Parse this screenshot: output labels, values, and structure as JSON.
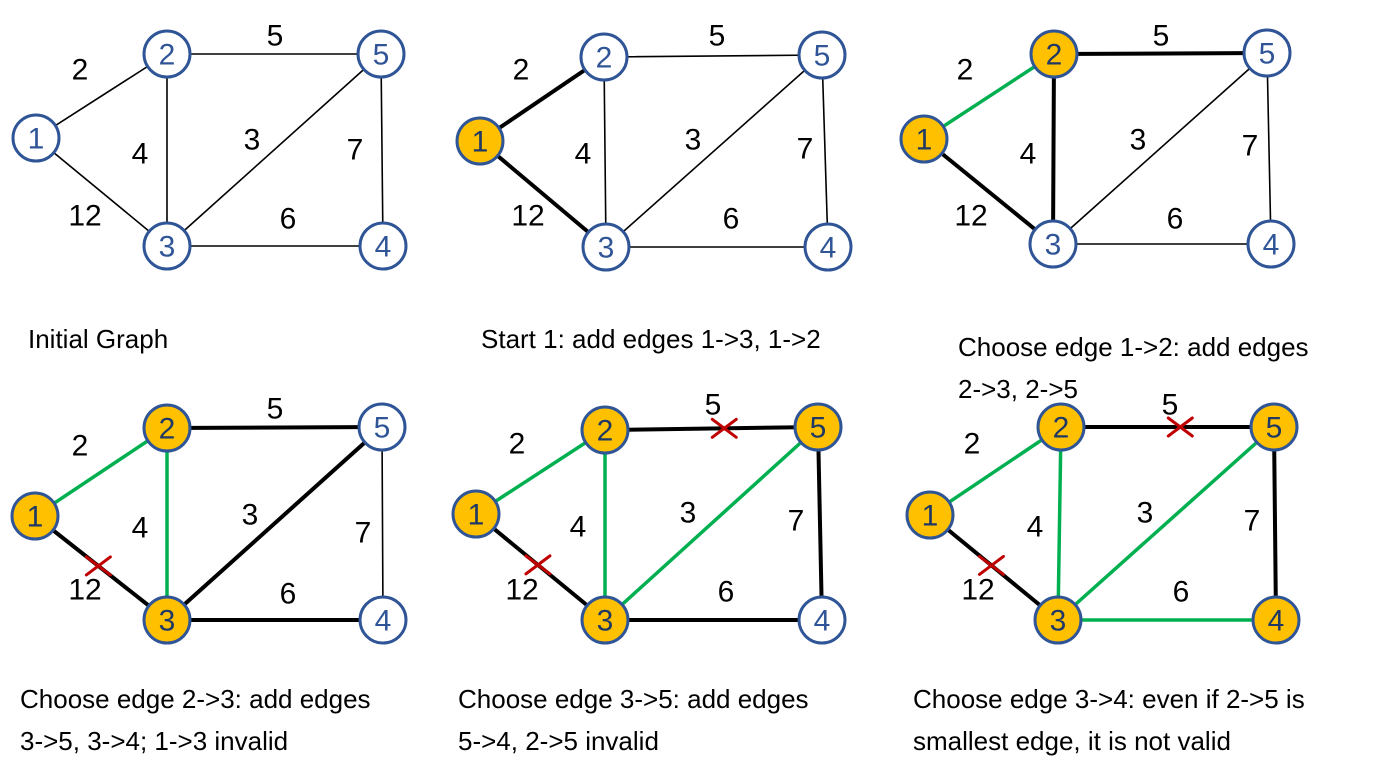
{
  "colors": {
    "node_stroke": "#2f5597",
    "unvisited_fill": "#ffffff",
    "unvisited_text": "#2f5597",
    "visited_fill": "#ffc000",
    "visited_text": "#1f3864",
    "edge_plain": "#000000",
    "edge_candidate": "#000000",
    "edge_tree": "#00b050",
    "invalid_mark": "#c00000"
  },
  "panels": [
    {
      "caption_lines": [
        "Initial Graph"
      ],
      "visited": [],
      "nodes": {
        "1": "1",
        "2": "2",
        "3": "3",
        "4": "4",
        "5": "5"
      },
      "edges": [
        {
          "a": "1",
          "b": "2",
          "w": "2",
          "state": "plain"
        },
        {
          "a": "1",
          "b": "3",
          "w": "12",
          "state": "plain"
        },
        {
          "a": "2",
          "b": "3",
          "w": "4",
          "state": "plain"
        },
        {
          "a": "2",
          "b": "5",
          "w": "5",
          "state": "plain"
        },
        {
          "a": "3",
          "b": "5",
          "w": "3",
          "state": "plain"
        },
        {
          "a": "3",
          "b": "4",
          "w": "6",
          "state": "plain"
        },
        {
          "a": "5",
          "b": "4",
          "w": "7",
          "state": "plain"
        }
      ]
    },
    {
      "caption_lines": [
        "Start 1: add edges 1->3, 1->2"
      ],
      "visited": [
        "1"
      ],
      "nodes": {
        "1": "1",
        "2": "2",
        "3": "3",
        "4": "4",
        "5": "5"
      },
      "edges": [
        {
          "a": "1",
          "b": "2",
          "w": "2",
          "state": "candidate"
        },
        {
          "a": "1",
          "b": "3",
          "w": "12",
          "state": "candidate"
        },
        {
          "a": "2",
          "b": "3",
          "w": "4",
          "state": "plain"
        },
        {
          "a": "2",
          "b": "5",
          "w": "5",
          "state": "plain"
        },
        {
          "a": "3",
          "b": "5",
          "w": "3",
          "state": "plain"
        },
        {
          "a": "3",
          "b": "4",
          "w": "6",
          "state": "plain"
        },
        {
          "a": "5",
          "b": "4",
          "w": "7",
          "state": "plain"
        }
      ]
    },
    {
      "caption_lines": [
        "Choose edge 1->2: add edges",
        "2->3, 2->5"
      ],
      "visited": [
        "1",
        "2"
      ],
      "nodes": {
        "1": "1",
        "2": "2",
        "3": "3",
        "4": "4",
        "5": "5"
      },
      "edges": [
        {
          "a": "1",
          "b": "2",
          "w": "2",
          "state": "tree"
        },
        {
          "a": "1",
          "b": "3",
          "w": "12",
          "state": "candidate"
        },
        {
          "a": "2",
          "b": "3",
          "w": "4",
          "state": "candidate"
        },
        {
          "a": "2",
          "b": "5",
          "w": "5",
          "state": "candidate"
        },
        {
          "a": "3",
          "b": "5",
          "w": "3",
          "state": "plain"
        },
        {
          "a": "3",
          "b": "4",
          "w": "6",
          "state": "plain"
        },
        {
          "a": "5",
          "b": "4",
          "w": "7",
          "state": "plain"
        }
      ]
    },
    {
      "caption_lines": [
        "Choose edge 2->3: add edges",
        "3->5, 3->4; 1->3 invalid"
      ],
      "visited": [
        "1",
        "2",
        "3"
      ],
      "nodes": {
        "1": "1",
        "2": "2",
        "3": "3",
        "4": "4",
        "5": "5"
      },
      "edges": [
        {
          "a": "1",
          "b": "2",
          "w": "2",
          "state": "tree"
        },
        {
          "a": "1",
          "b": "3",
          "w": "12",
          "state": "candidate",
          "invalid": true
        },
        {
          "a": "2",
          "b": "3",
          "w": "4",
          "state": "tree"
        },
        {
          "a": "2",
          "b": "5",
          "w": "5",
          "state": "candidate"
        },
        {
          "a": "3",
          "b": "5",
          "w": "3",
          "state": "candidate"
        },
        {
          "a": "3",
          "b": "4",
          "w": "6",
          "state": "candidate"
        },
        {
          "a": "5",
          "b": "4",
          "w": "7",
          "state": "plain"
        }
      ]
    },
    {
      "caption_lines": [
        "Choose edge 3->5: add edges",
        "5->4, 2->5 invalid"
      ],
      "visited": [
        "1",
        "2",
        "3",
        "5"
      ],
      "nodes": {
        "1": "1",
        "2": "2",
        "3": "3",
        "4": "4",
        "5": "5"
      },
      "edges": [
        {
          "a": "1",
          "b": "2",
          "w": "2",
          "state": "tree"
        },
        {
          "a": "1",
          "b": "3",
          "w": "12",
          "state": "candidate",
          "invalid": true
        },
        {
          "a": "2",
          "b": "3",
          "w": "4",
          "state": "tree"
        },
        {
          "a": "2",
          "b": "5",
          "w": "5",
          "state": "candidate",
          "invalid": true
        },
        {
          "a": "3",
          "b": "5",
          "w": "3",
          "state": "tree"
        },
        {
          "a": "3",
          "b": "4",
          "w": "6",
          "state": "candidate"
        },
        {
          "a": "5",
          "b": "4",
          "w": "7",
          "state": "candidate"
        }
      ]
    },
    {
      "caption_lines": [
        "Choose edge 3->4: even if 2->5 is",
        "smallest edge, it is not valid"
      ],
      "visited": [
        "1",
        "2",
        "3",
        "4",
        "5"
      ],
      "nodes": {
        "1": "1",
        "2": "2",
        "3": "3",
        "4": "4",
        "5": "5"
      },
      "edges": [
        {
          "a": "1",
          "b": "2",
          "w": "2",
          "state": "tree"
        },
        {
          "a": "1",
          "b": "3",
          "w": "12",
          "state": "candidate",
          "invalid": true
        },
        {
          "a": "2",
          "b": "3",
          "w": "4",
          "state": "tree"
        },
        {
          "a": "2",
          "b": "5",
          "w": "5",
          "state": "candidate",
          "invalid": true
        },
        {
          "a": "3",
          "b": "5",
          "w": "3",
          "state": "tree"
        },
        {
          "a": "3",
          "b": "4",
          "w": "6",
          "state": "tree"
        },
        {
          "a": "5",
          "b": "4",
          "w": "7",
          "state": "candidate"
        }
      ]
    }
  ]
}
